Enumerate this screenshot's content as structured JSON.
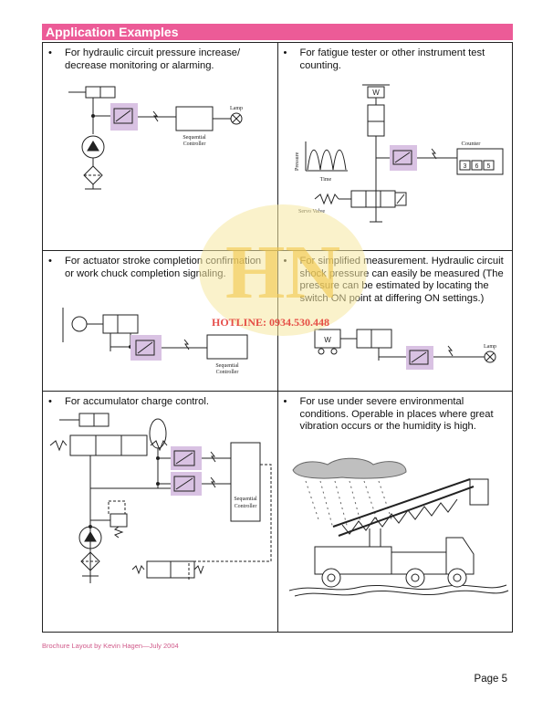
{
  "header": {
    "title": "Application Examples"
  },
  "cells": [
    {
      "bullet": "•",
      "text": "For hydraulic circuit pressure increase/ decrease monitoring or alarming."
    },
    {
      "bullet": "•",
      "text": "For fatigue tester or other instrument test counting."
    },
    {
      "bullet": "•",
      "text": "For actuator stroke completion confirmation or work chuck completion signaling."
    },
    {
      "bullet": "•",
      "text": "For simplified measurement. Hydraulic circuit shock pressure can easily be measured (The pressure can be estimated by locating the switch ON point at differing ON settings.)"
    },
    {
      "bullet": "•",
      "text": "For accumulator charge control."
    },
    {
      "bullet": "•",
      "text": "For use under severe environmental conditions.  Operable in places where great vibration occurs or the humidity is high."
    }
  ],
  "diagram_labels": {
    "lamp": "Lamp",
    "sequential_controller": "Sequential Controller",
    "counter": "Counter",
    "counter_digits": [
      "3",
      "6",
      "5"
    ],
    "pressure": "Pressure",
    "time": "Time",
    "servo_valve": "Servo Valve",
    "w": "W"
  },
  "watermark": {
    "letters": "HN",
    "hotline": "HOTLINE: 0934.530.448"
  },
  "footer": {
    "credit": "Brochure Layout by Kevin Hagen—July 2004",
    "page": "Page 5"
  },
  "colors": {
    "header_bg": "#ec5b97",
    "switch_highlight": "#d9c2e3",
    "footer_credit": "#d05a8a"
  }
}
